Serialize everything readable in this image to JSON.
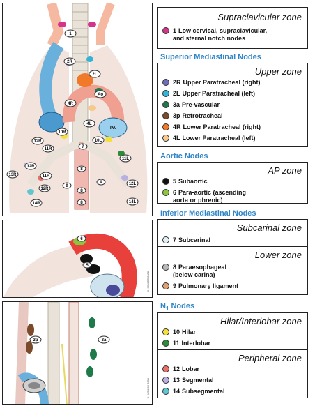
{
  "sections": {
    "superior": "Superior Mediastinal Nodes",
    "aortic": "Aortic Nodes",
    "inferior": "Inferior Mediastinal Nodes",
    "n1": "N",
    "n1_sub": "1",
    "n1_tail": " Nodes"
  },
  "zones": {
    "supraclavicular": {
      "title": "Supraclavicular zone",
      "items": [
        {
          "num": "1",
          "text": "Low cervical, supraclavicular,",
          "text2": "and sternal notch nodes",
          "color": "#d6338c"
        }
      ]
    },
    "upper": {
      "title": "Upper zone",
      "items": [
        {
          "num": "2R",
          "text": "Upper Paratracheal (right)",
          "color": "#6f6cb8"
        },
        {
          "num": "2L",
          "text": "Upper Paratracheal (left)",
          "color": "#33b4d6"
        },
        {
          "num": "3a",
          "text": "Pre-vascular",
          "color": "#1f7a4a"
        },
        {
          "num": "3p",
          "text": "Retrotracheal",
          "color": "#7a4a2a"
        },
        {
          "num": "4R",
          "text": "Lower Paratracheal (right)",
          "color": "#f07a2a"
        },
        {
          "num": "4L",
          "text": "Lower Paratracheal (left)",
          "color": "#f7c98a"
        }
      ]
    },
    "ap": {
      "title": "AP zone",
      "items": [
        {
          "num": "5",
          "text": "Subaortic",
          "color": "#111111"
        },
        {
          "num": "6",
          "text": "Para-aortic (ascending",
          "text2": "aorta or phrenic)",
          "color": "#8cc63f"
        }
      ]
    },
    "subcarinal": {
      "title": "Subcarinal zone",
      "items": [
        {
          "num": "7",
          "text": "Subcarinal",
          "color": "#dff2f7"
        }
      ]
    },
    "lower": {
      "title": "Lower zone",
      "items": [
        {
          "num": "8",
          "text": "Paraesophageal",
          "text2": "(below carina)",
          "color": "#b8b8b8"
        },
        {
          "num": "9",
          "text": "Pulmonary ligament",
          "color": "#e0a070"
        }
      ]
    },
    "hilar": {
      "title": "Hilar/Interlobar zone",
      "items": [
        {
          "num": "10",
          "text": "Hilar",
          "color": "#f5e03a"
        },
        {
          "num": "11",
          "text": "Interlobar",
          "color": "#2e8b3a"
        }
      ]
    },
    "peripheral": {
      "title": "Peripheral zone",
      "items": [
        {
          "num": "12",
          "text": "Lobar",
          "color": "#e8706a"
        },
        {
          "num": "13",
          "text": "Segmental",
          "color": "#b8b0e0"
        },
        {
          "num": "14",
          "text": "Subsegmental",
          "color": "#5ec7d0"
        }
      ]
    }
  },
  "diagram1_labels": {
    "n1": "1",
    "n2r": "2R",
    "n2l": "2L",
    "n4r": "4R",
    "ao": "Ao",
    "n4l": "4L",
    "pa": "PA",
    "n10r": "10R",
    "n10l": "10L",
    "n7": "7",
    "n12r_a": "12R",
    "n11r_a": "11R",
    "n12r_b": "12R",
    "n11r_b": "11R",
    "n13r": "13R",
    "n12r_c": "12R",
    "n14r": "14R",
    "n8a": "8",
    "n9a": "9",
    "n8b": "8",
    "n9b": "9",
    "n8c": "8",
    "n11l": "11L",
    "n12l": "12L",
    "n14l": "14L"
  },
  "diagram2_labels": {
    "n6": "6",
    "n5": "5"
  },
  "diagram3_labels": {
    "n3p": "3p",
    "n3a": "3a"
  },
  "copyright": "© MSKCC 2008"
}
